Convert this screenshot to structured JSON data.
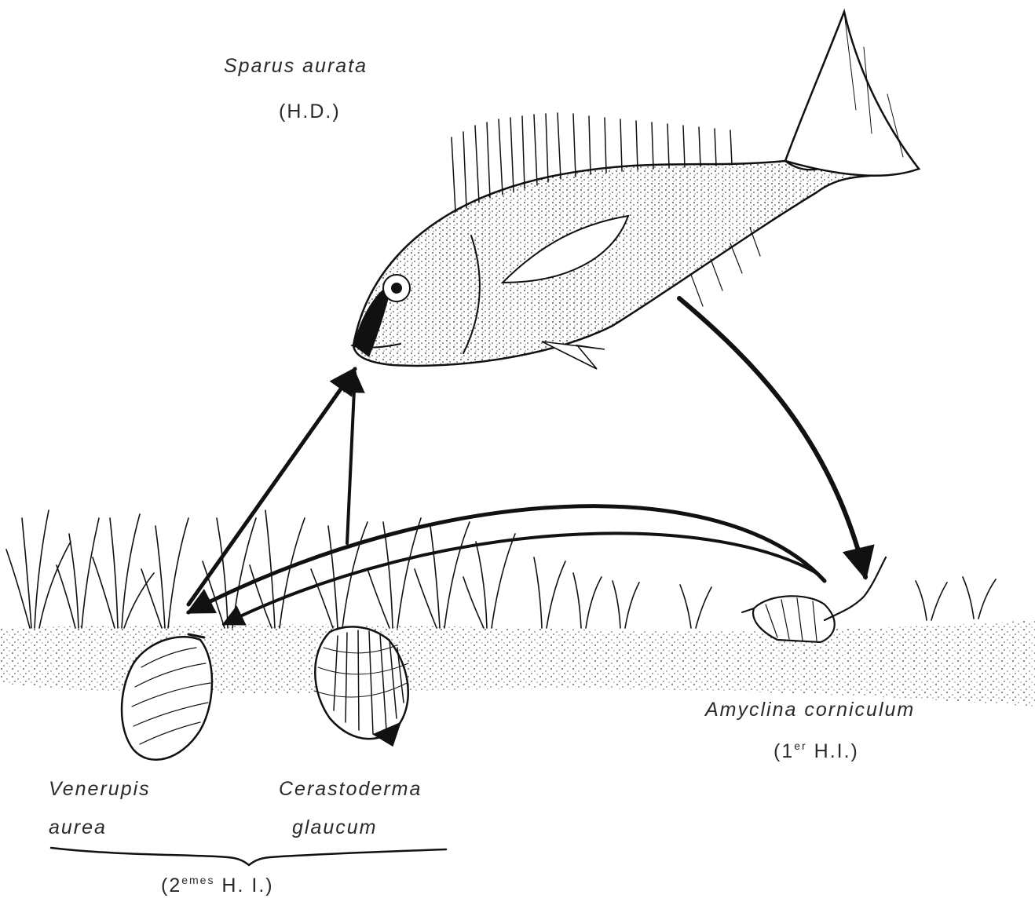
{
  "labels": {
    "sparus_name": "Sparus aurata",
    "sparus_role": "(H.D.)",
    "amyclina_name": "Amyclina corniculum",
    "amyclina_role_num": "1",
    "amyclina_role_sup": "er",
    "amyclina_role_abbr": "H.I.",
    "venerupis_line1": "Venerupis",
    "venerupis_line2": "aurea",
    "cerastoderma_line1": "Cerastoderma",
    "cerastoderma_line2": "glaucum",
    "group_role_num": "2",
    "group_role_sup": "emes",
    "group_role_abbr": "H. I."
  },
  "colors": {
    "ink": "#111111",
    "paper": "#ffffff",
    "text": "#2a2a2a"
  }
}
